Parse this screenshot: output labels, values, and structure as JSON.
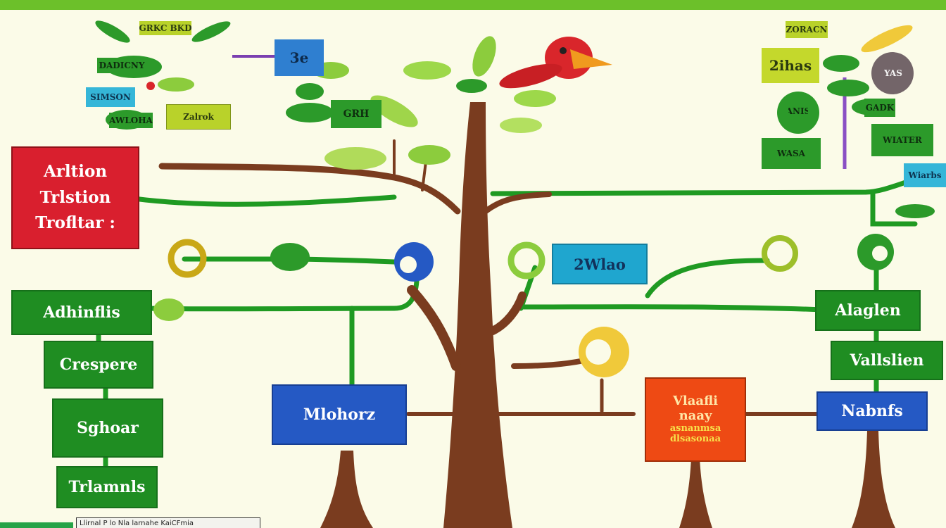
{
  "left_column": {
    "red_box": {
      "line1": "Arltion",
      "line2": "Trlstion",
      "line3": "Trofltar :"
    },
    "box1": "Adhinflis",
    "box2": "Crespere",
    "box3": "Sghoar",
    "box4": "Trlamnls"
  },
  "center": {
    "blue_box": "Mlohorz",
    "cyan_box": "2Wlao",
    "orange_box": {
      "line1": "Vlaafli",
      "line2": "naay",
      "line3": "asnanmsa",
      "line4": "dlsasonaa"
    }
  },
  "right_column": {
    "box1": "Alaglen",
    "box2": "Vallslien",
    "box3": "Nabnfs"
  },
  "top_left_labels": {
    "label1": "GRKC BKD",
    "label2": "DADICNY",
    "label3": "SIMSON",
    "label4": "Zalrok",
    "label5": "AWLOHA"
  },
  "top_center_labels": {
    "label1": "3e",
    "label2": "GRH"
  },
  "top_right_labels": {
    "label1": "ZORACN",
    "label2": "2ihas",
    "label3": "ANIS",
    "label4": "YAS",
    "label5": "GADK",
    "label6": "WIATER",
    "label7": "WASA",
    "label8": "Wiarbs"
  },
  "footer": {
    "text": "Llirnal P lo Nla larnahe KaiCFmia"
  },
  "colors": {
    "trunk": "#7a3c1f",
    "branch": "#1f9a22",
    "box_green": "#1f8d22",
    "box_blue": "#2559c4",
    "box_red": "#d91f2e",
    "box_orange": "#ee4a14",
    "box_cyan": "#1fa6cf",
    "top_bar": "#6cc02a"
  }
}
